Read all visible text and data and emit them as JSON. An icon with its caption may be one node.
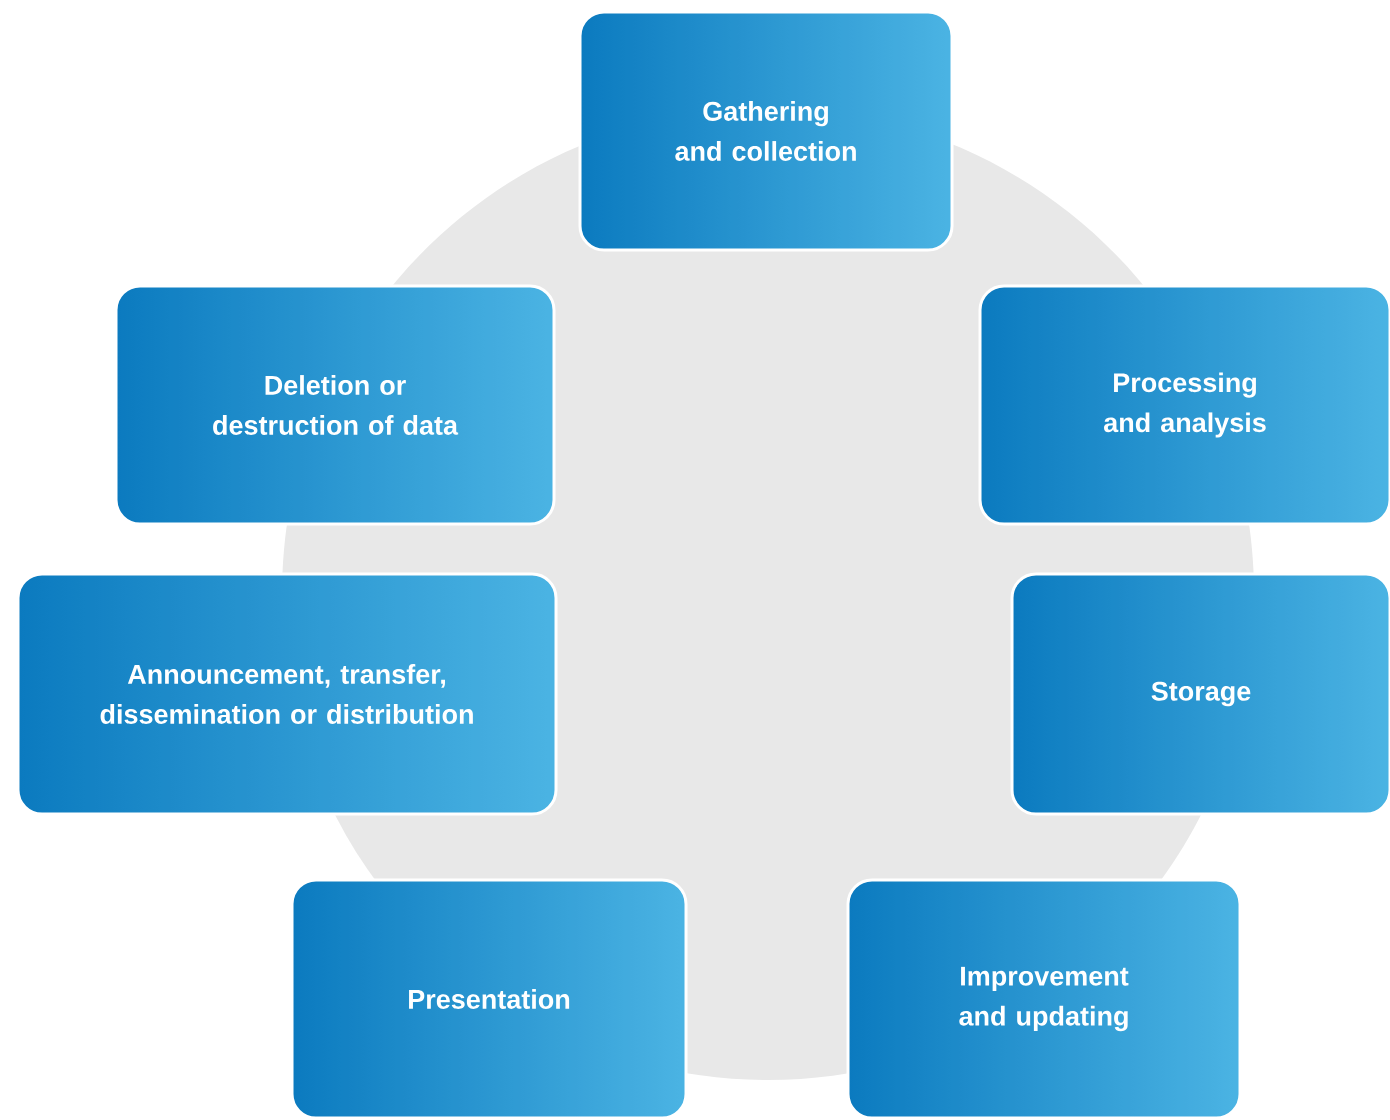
{
  "diagram": {
    "nodes": [
      {
        "text": [
          "Gathering and collection"
        ]
      },
      {
        "text": [
          "Deletion or destruction of data"
        ]
      },
      {
        "text": [
          "Processing and analysis"
        ]
      },
      {
        "text": [
          "Announcement, transfer, dissemination or distribution"
        ]
      },
      {
        "text": [
          "Storage"
        ]
      },
      {
        "text": [
          "Presentation"
        ]
      },
      {
        "text": [
          "Improvement and updating"
        ]
      }
    ]
  }
}
